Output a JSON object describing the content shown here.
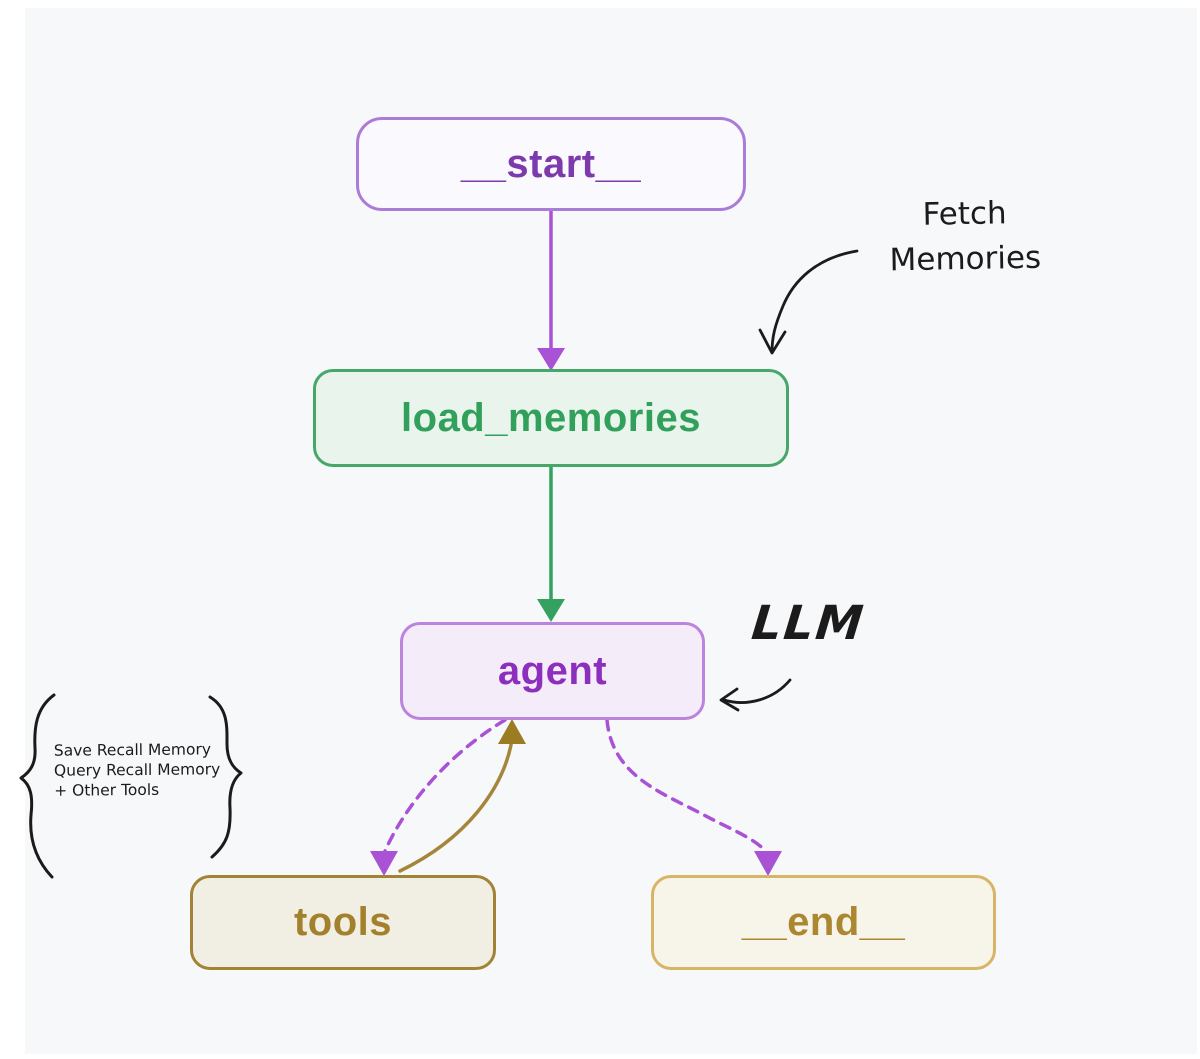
{
  "canvas": {
    "background": "#f7f8fa",
    "frame": "#ffffff"
  },
  "colors": {
    "purple_edge": "#a952d5",
    "green_edge": "#34a161",
    "gold_edge": "#a5853a",
    "gold_arrow": "#9c7c22",
    "ink": "#1b1b1b"
  },
  "nodes": {
    "start": {
      "label": "__start__",
      "border": "#ab7cd7",
      "fill": "#faf9fd",
      "text": "#7d3aad"
    },
    "load_memories": {
      "label": "load_memories",
      "border": "#46a768",
      "fill": "#e9f4ec",
      "text": "#31a05a"
    },
    "agent": {
      "label": "agent",
      "border": "#bc84dc",
      "fill": "#f5ecfa",
      "text": "#8d2fbd"
    },
    "tools": {
      "label": "tools",
      "border": "#a28335",
      "fill": "#f1efe3",
      "text": "#a3812c"
    },
    "end": {
      "label": "__end__",
      "border": "#d8b566",
      "fill": "#f7f4ea",
      "text": "#aa8730"
    }
  },
  "edges": [
    {
      "from": "start",
      "to": "load_memories",
      "style": "solid",
      "color_key": "purple_edge"
    },
    {
      "from": "load_memories",
      "to": "agent",
      "style": "solid",
      "color_key": "green_edge"
    },
    {
      "from": "agent",
      "to": "tools",
      "style": "dashed",
      "color_key": "purple_edge"
    },
    {
      "from": "tools",
      "to": "agent",
      "style": "solid",
      "color_key": "gold_edge"
    },
    {
      "from": "agent",
      "to": "end",
      "style": "dashed",
      "color_key": "purple_edge"
    }
  ],
  "annotations": {
    "fetch_memories": "Fetch\nMemories",
    "llm": "LLM",
    "tools_note": "Save Recall Memory\nQuery Recall Memory\n+ Other Tools"
  }
}
